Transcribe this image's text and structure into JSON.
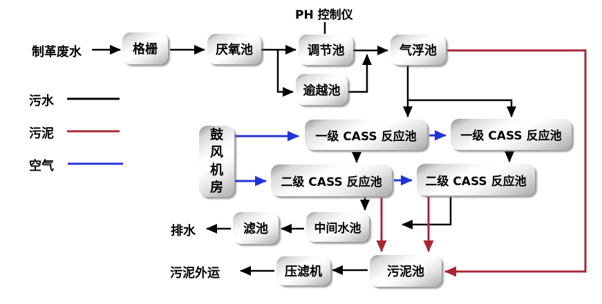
{
  "diagram": {
    "influent_label": "制革废水",
    "ph_label": "PH 控制仪",
    "drain_label": "排水",
    "sludge_out_label": "污泥外运",
    "nodes": {
      "grille": {
        "label": "格栅"
      },
      "anaerobic": {
        "label": "厌氧池"
      },
      "regulating": {
        "label": "调节池"
      },
      "bypass": {
        "label": "逾越池"
      },
      "air_flotation": {
        "label": "气浮池"
      },
      "blower": {
        "label": "鼓风机房"
      },
      "cass1_left": {
        "label": "一级 CASS 反应池"
      },
      "cass1_right": {
        "label": "一级 CASS 反应池"
      },
      "cass2_left": {
        "label": "二级 CASS 反应池"
      },
      "cass2_right": {
        "label": "二级 CASS 反应池"
      },
      "intermediate": {
        "label": "中间水池"
      },
      "filter": {
        "label": "滤池"
      },
      "sludge_tank": {
        "label": "污泥池"
      },
      "press": {
        "label": "压滤机"
      }
    },
    "edges": [
      {
        "from": "制革废水",
        "to": "格栅",
        "line": "sewage"
      },
      {
        "from": "格栅",
        "to": "厌氧池",
        "line": "sewage"
      },
      {
        "from": "厌氧池",
        "to": "调节池",
        "line": "sewage"
      },
      {
        "from": "厌氧池",
        "to": "逾越池",
        "line": "sewage"
      },
      {
        "from": "PH 控制仪",
        "to": "调节池",
        "line": "sewage"
      },
      {
        "from": "逾越池",
        "to": "调节池-气浮池管线",
        "line": "sewage"
      },
      {
        "from": "调节池",
        "to": "气浮池",
        "line": "sewage"
      },
      {
        "from": "气浮池",
        "to": "一级 CASS 反应池(左)",
        "line": "sewage"
      },
      {
        "from": "气浮池",
        "to": "一级 CASS 反应池(右)",
        "line": "sewage"
      },
      {
        "from": "气浮池",
        "to": "污泥池",
        "line": "sludge"
      },
      {
        "from": "鼓风机房",
        "to": "一级 CASS 反应池(左)",
        "line": "air"
      },
      {
        "from": "鼓风机房",
        "to": "二级 CASS 反应池(左)",
        "line": "air"
      },
      {
        "from": "一级 CASS 反应池(左)",
        "to": "一级 CASS 反应池(右)",
        "line": "air"
      },
      {
        "from": "二级 CASS 反应池(左)",
        "to": "二级 CASS 反应池(右)",
        "line": "air"
      },
      {
        "from": "一级 CASS 反应池(左)",
        "to": "二级 CASS 反应池(左)",
        "line": "sewage"
      },
      {
        "from": "一级 CASS 反应池(右)",
        "to": "二级 CASS 反应池(右)",
        "line": "sewage"
      },
      {
        "from": "二级 CASS 反应池(左)",
        "to": "中间水池",
        "line": "sewage"
      },
      {
        "from": "二级 CASS 反应池(右)",
        "to": "左侧(回流)",
        "line": "sewage"
      },
      {
        "from": "二级 CASS 反应池(左)",
        "to": "污泥池",
        "line": "sludge"
      },
      {
        "from": "二级 CASS 反应池(右)",
        "to": "污泥池",
        "line": "sludge"
      },
      {
        "from": "中间水池",
        "to": "滤池",
        "line": "sewage"
      },
      {
        "from": "滤池",
        "to": "排水",
        "line": "sewage"
      },
      {
        "from": "污泥池",
        "to": "压滤机",
        "line": "sewage"
      },
      {
        "from": "压滤机",
        "to": "污泥外运",
        "line": "sewage"
      }
    ]
  },
  "legend": {
    "sewage": {
      "label": "污水",
      "color": "#000000"
    },
    "sludge": {
      "label": "污泥",
      "color": "#a82634"
    },
    "air": {
      "label": "空气",
      "color": "#2233d6"
    }
  }
}
